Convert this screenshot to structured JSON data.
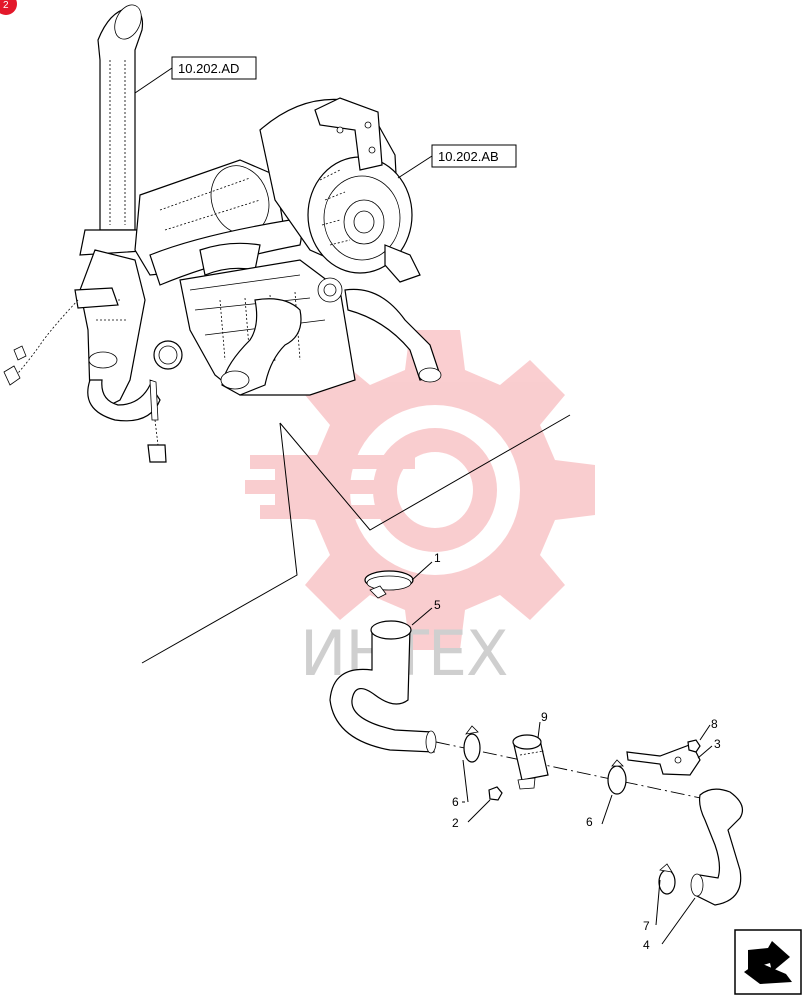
{
  "page_badge": "2",
  "references": [
    {
      "id": "ref-10-202-ad",
      "text": "10.202.AD"
    },
    {
      "id": "ref-10-202-ab",
      "text": "10.202.AB"
    }
  ],
  "callouts": [
    "1",
    "5",
    "9",
    "8",
    "3",
    "6",
    "2",
    "6",
    "7",
    "4"
  ],
  "watermark": "ИНТЕХ",
  "nav_icon": "next-page-arrow-icon",
  "colors": {
    "watermark": "#e8202a",
    "badge": "#e3182a",
    "line": "#000000"
  }
}
